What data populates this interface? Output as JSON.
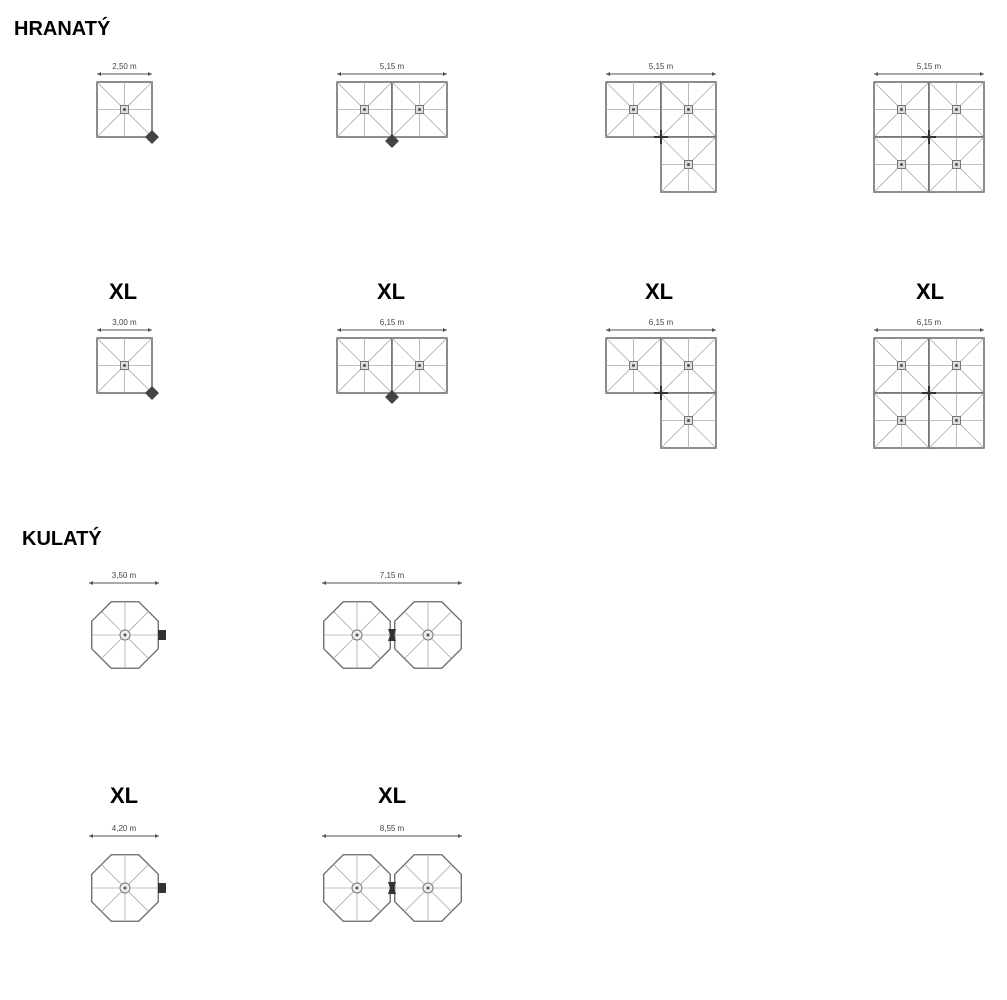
{
  "sections": {
    "square_title": "HRANATÝ",
    "round_title": "KULATÝ"
  },
  "square": {
    "standard": [
      "2,50 m",
      "5,15 m",
      "5,15 m",
      "5,15 m"
    ],
    "xl_label": "XL",
    "xl": [
      "3,00 m",
      "6,15 m",
      "6,15 m",
      "6,15 m"
    ]
  },
  "round": {
    "standard": [
      "3,50 m",
      "7,15 m"
    ],
    "xl_label": "XL",
    "xl": [
      "4,20 m",
      "8,55 m"
    ]
  }
}
